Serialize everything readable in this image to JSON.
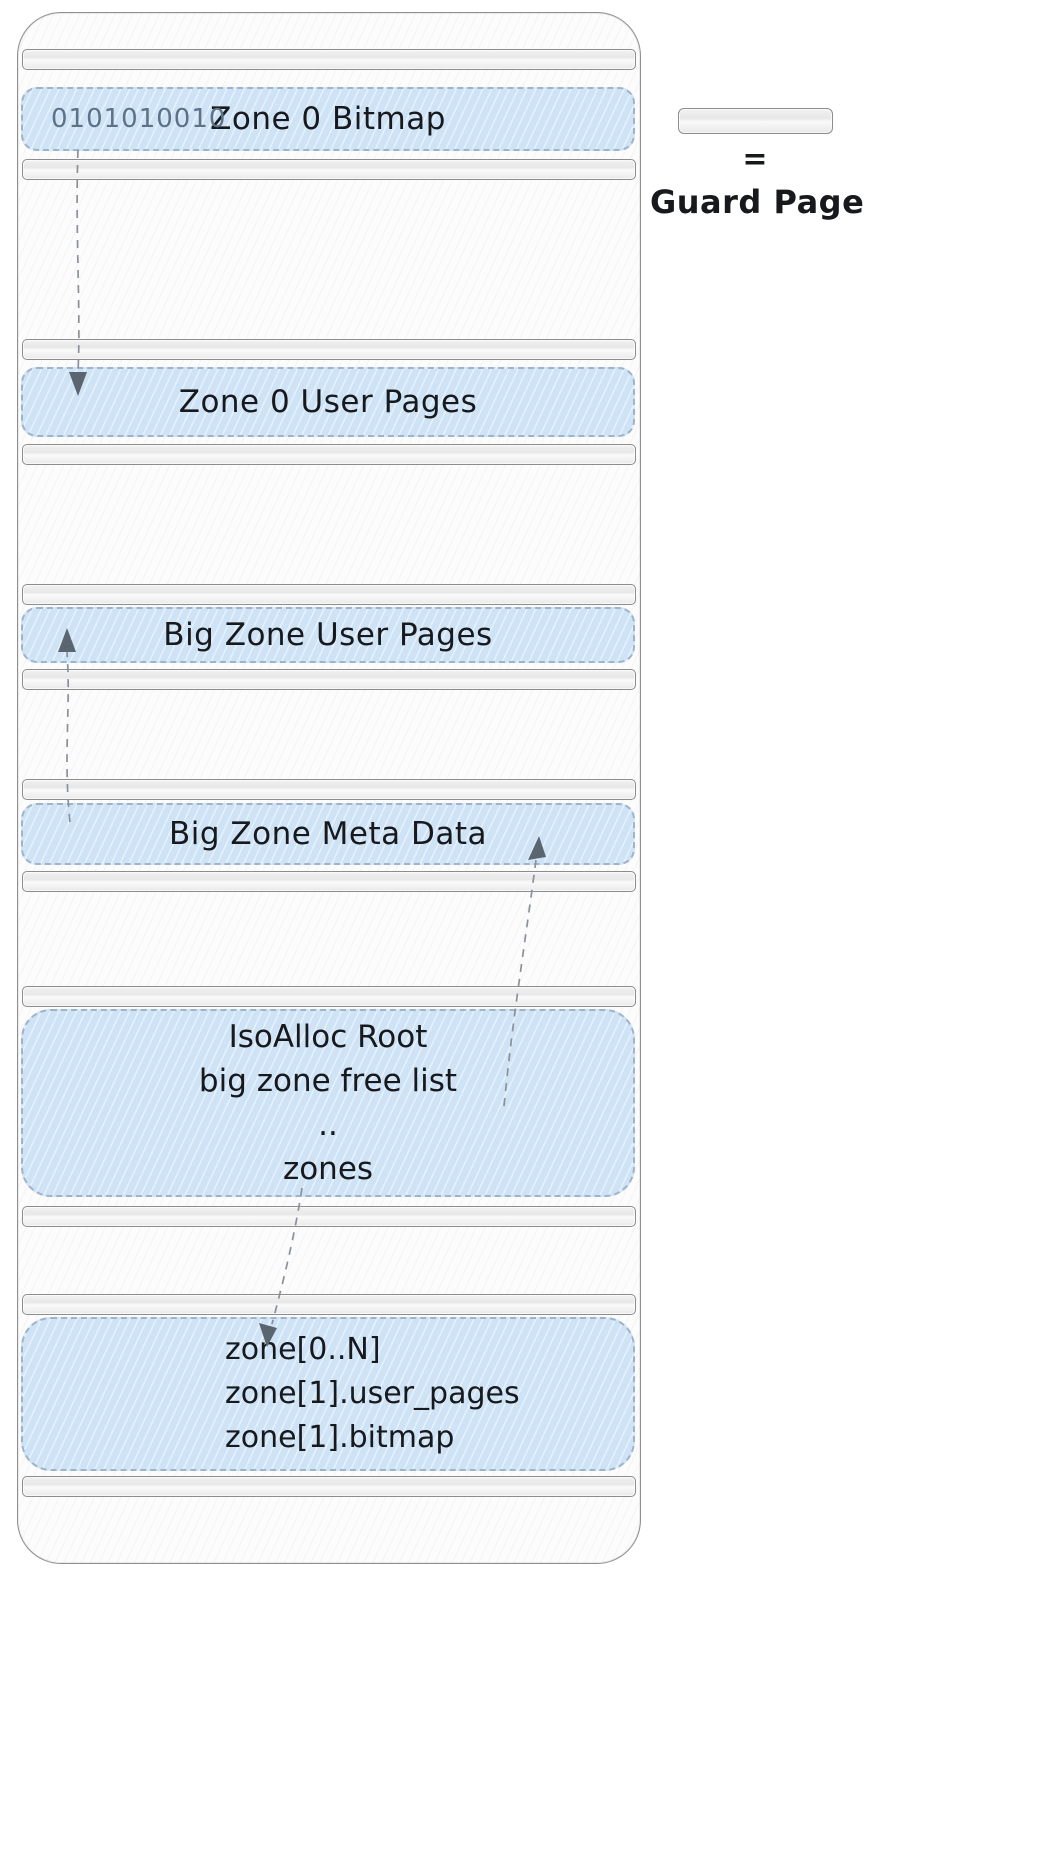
{
  "regions": {
    "zone0_bitmap": {
      "bits": "0101010010",
      "label": "Zone 0 Bitmap"
    },
    "zone0_user_pages": {
      "label": "Zone 0 User Pages"
    },
    "big_zone_user_pages": {
      "label": "Big Zone User Pages"
    },
    "big_zone_meta_data": {
      "label": "Big Zone Meta Data"
    },
    "isoalloc_root": {
      "lines": [
        "IsoAlloc Root",
        "big zone free list",
        "..",
        "zones"
      ]
    },
    "zone_array": {
      "lines": [
        "zone[0..N]",
        "zone[1].user_pages",
        "zone[1].bitmap"
      ]
    }
  },
  "legend": {
    "equals": "=",
    "label": "Guard Page"
  },
  "colors": {
    "zone_fill": "#cfe3f6",
    "zone_border": "#9fb4c8",
    "guard_fill": "#ececec",
    "guard_border": "#8d8d8d",
    "container_border": "#8f8f8f",
    "arrow": "#8a9199",
    "arrowhead": "#5a6570",
    "text": "#17191c",
    "bits_text": "#5d7286"
  }
}
